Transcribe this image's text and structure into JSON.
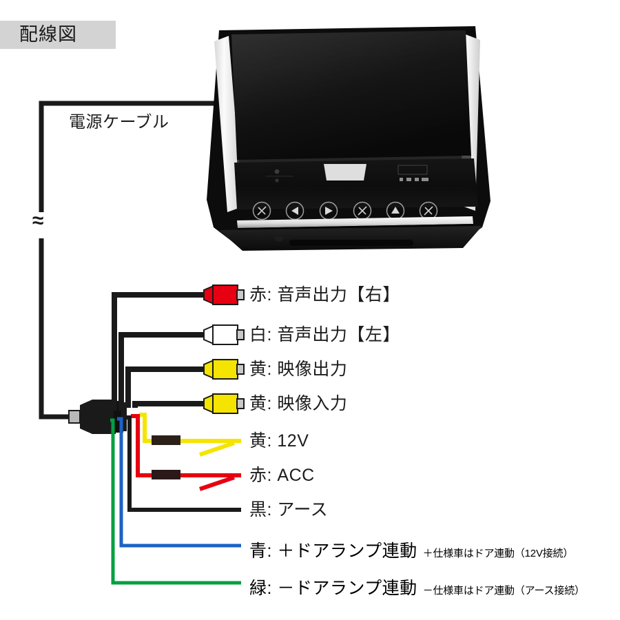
{
  "title": "配線図",
  "power_cable_label": "電源ケーブル",
  "break_symbol": "≈",
  "colors": {
    "title_bg": "#d3d3d3",
    "text": "#1c1c1c",
    "wire_black": "#1a1a1a",
    "wire_red": "#e60012",
    "wire_yellow": "#f5e400",
    "wire_blue": "#1b63c4",
    "wire_green": "#00a040",
    "wire_white": "#ffffff",
    "connector_tip": "#c9c9c9",
    "device_body": "#111111",
    "device_strip": "#f2f2f2"
  },
  "connectors": [
    {
      "id": "audio-out-right",
      "color_name": "赤",
      "label": "赤: 音声出力【右】",
      "plug_color": "#e60012",
      "wire_color": "#1a1a1a"
    },
    {
      "id": "audio-out-left",
      "color_name": "白",
      "label": "白: 音声出力【左】",
      "plug_color": "#ffffff",
      "wire_color": "#1a1a1a"
    },
    {
      "id": "video-out",
      "color_name": "黄",
      "label": "黄: 映像出力",
      "plug_color": "#f5e400",
      "wire_color": "#1a1a1a"
    },
    {
      "id": "video-in",
      "color_name": "黄",
      "label": "黄: 映像入力",
      "plug_color": "#f5e400",
      "wire_color": "#1a1a1a"
    }
  ],
  "wires": [
    {
      "id": "wire-12v",
      "color_name": "黄",
      "label": "黄: 12V",
      "note": "",
      "wire_color": "#f5e400",
      "has_fuse": true
    },
    {
      "id": "wire-acc",
      "color_name": "赤",
      "label": "赤: ACC",
      "note": "",
      "wire_color": "#e60012",
      "has_fuse": true
    },
    {
      "id": "wire-ground",
      "color_name": "黒",
      "label": "黒: アース",
      "note": "",
      "wire_color": "#1a1a1a",
      "has_fuse": false
    },
    {
      "id": "wire-door-plus",
      "color_name": "青",
      "label": "青: ＋ドアランプ連動",
      "note": "＋仕様車はドア連動（12V接続）",
      "wire_color": "#1b63c4",
      "has_fuse": false
    },
    {
      "id": "wire-door-minus",
      "color_name": "緑",
      "label": "緑: －ドアランプ連動",
      "note": "－仕様車はドア連動（アース接続）",
      "wire_color": "#00a040",
      "has_fuse": false
    }
  ],
  "device": {
    "name": "flip-down-monitor",
    "buttons": [
      {
        "id": "btn-power",
        "glyph": "power-icon"
      },
      {
        "id": "btn-prev",
        "glyph": "triangle-left-icon"
      },
      {
        "id": "btn-play",
        "glyph": "triangle-right-icon"
      },
      {
        "id": "btn-mode",
        "glyph": "mode-icon"
      },
      {
        "id": "btn-up",
        "glyph": "triangle-up-icon"
      },
      {
        "id": "btn-menu",
        "glyph": "menu-icon"
      }
    ]
  }
}
